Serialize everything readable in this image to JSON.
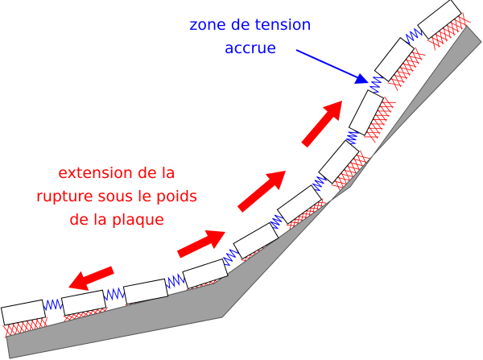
{
  "labels": {
    "rupture": [
      "extension de la",
      "rupture sous le poids",
      "de la plaque"
    ],
    "tension": [
      "zone de tension",
      "accrue"
    ]
  },
  "colors": {
    "rupture": "#ff0000",
    "tension": "#0000ff",
    "slab": "#a0a0a0",
    "spring": "#0000ff",
    "hatch": "#ff0000"
  }
}
